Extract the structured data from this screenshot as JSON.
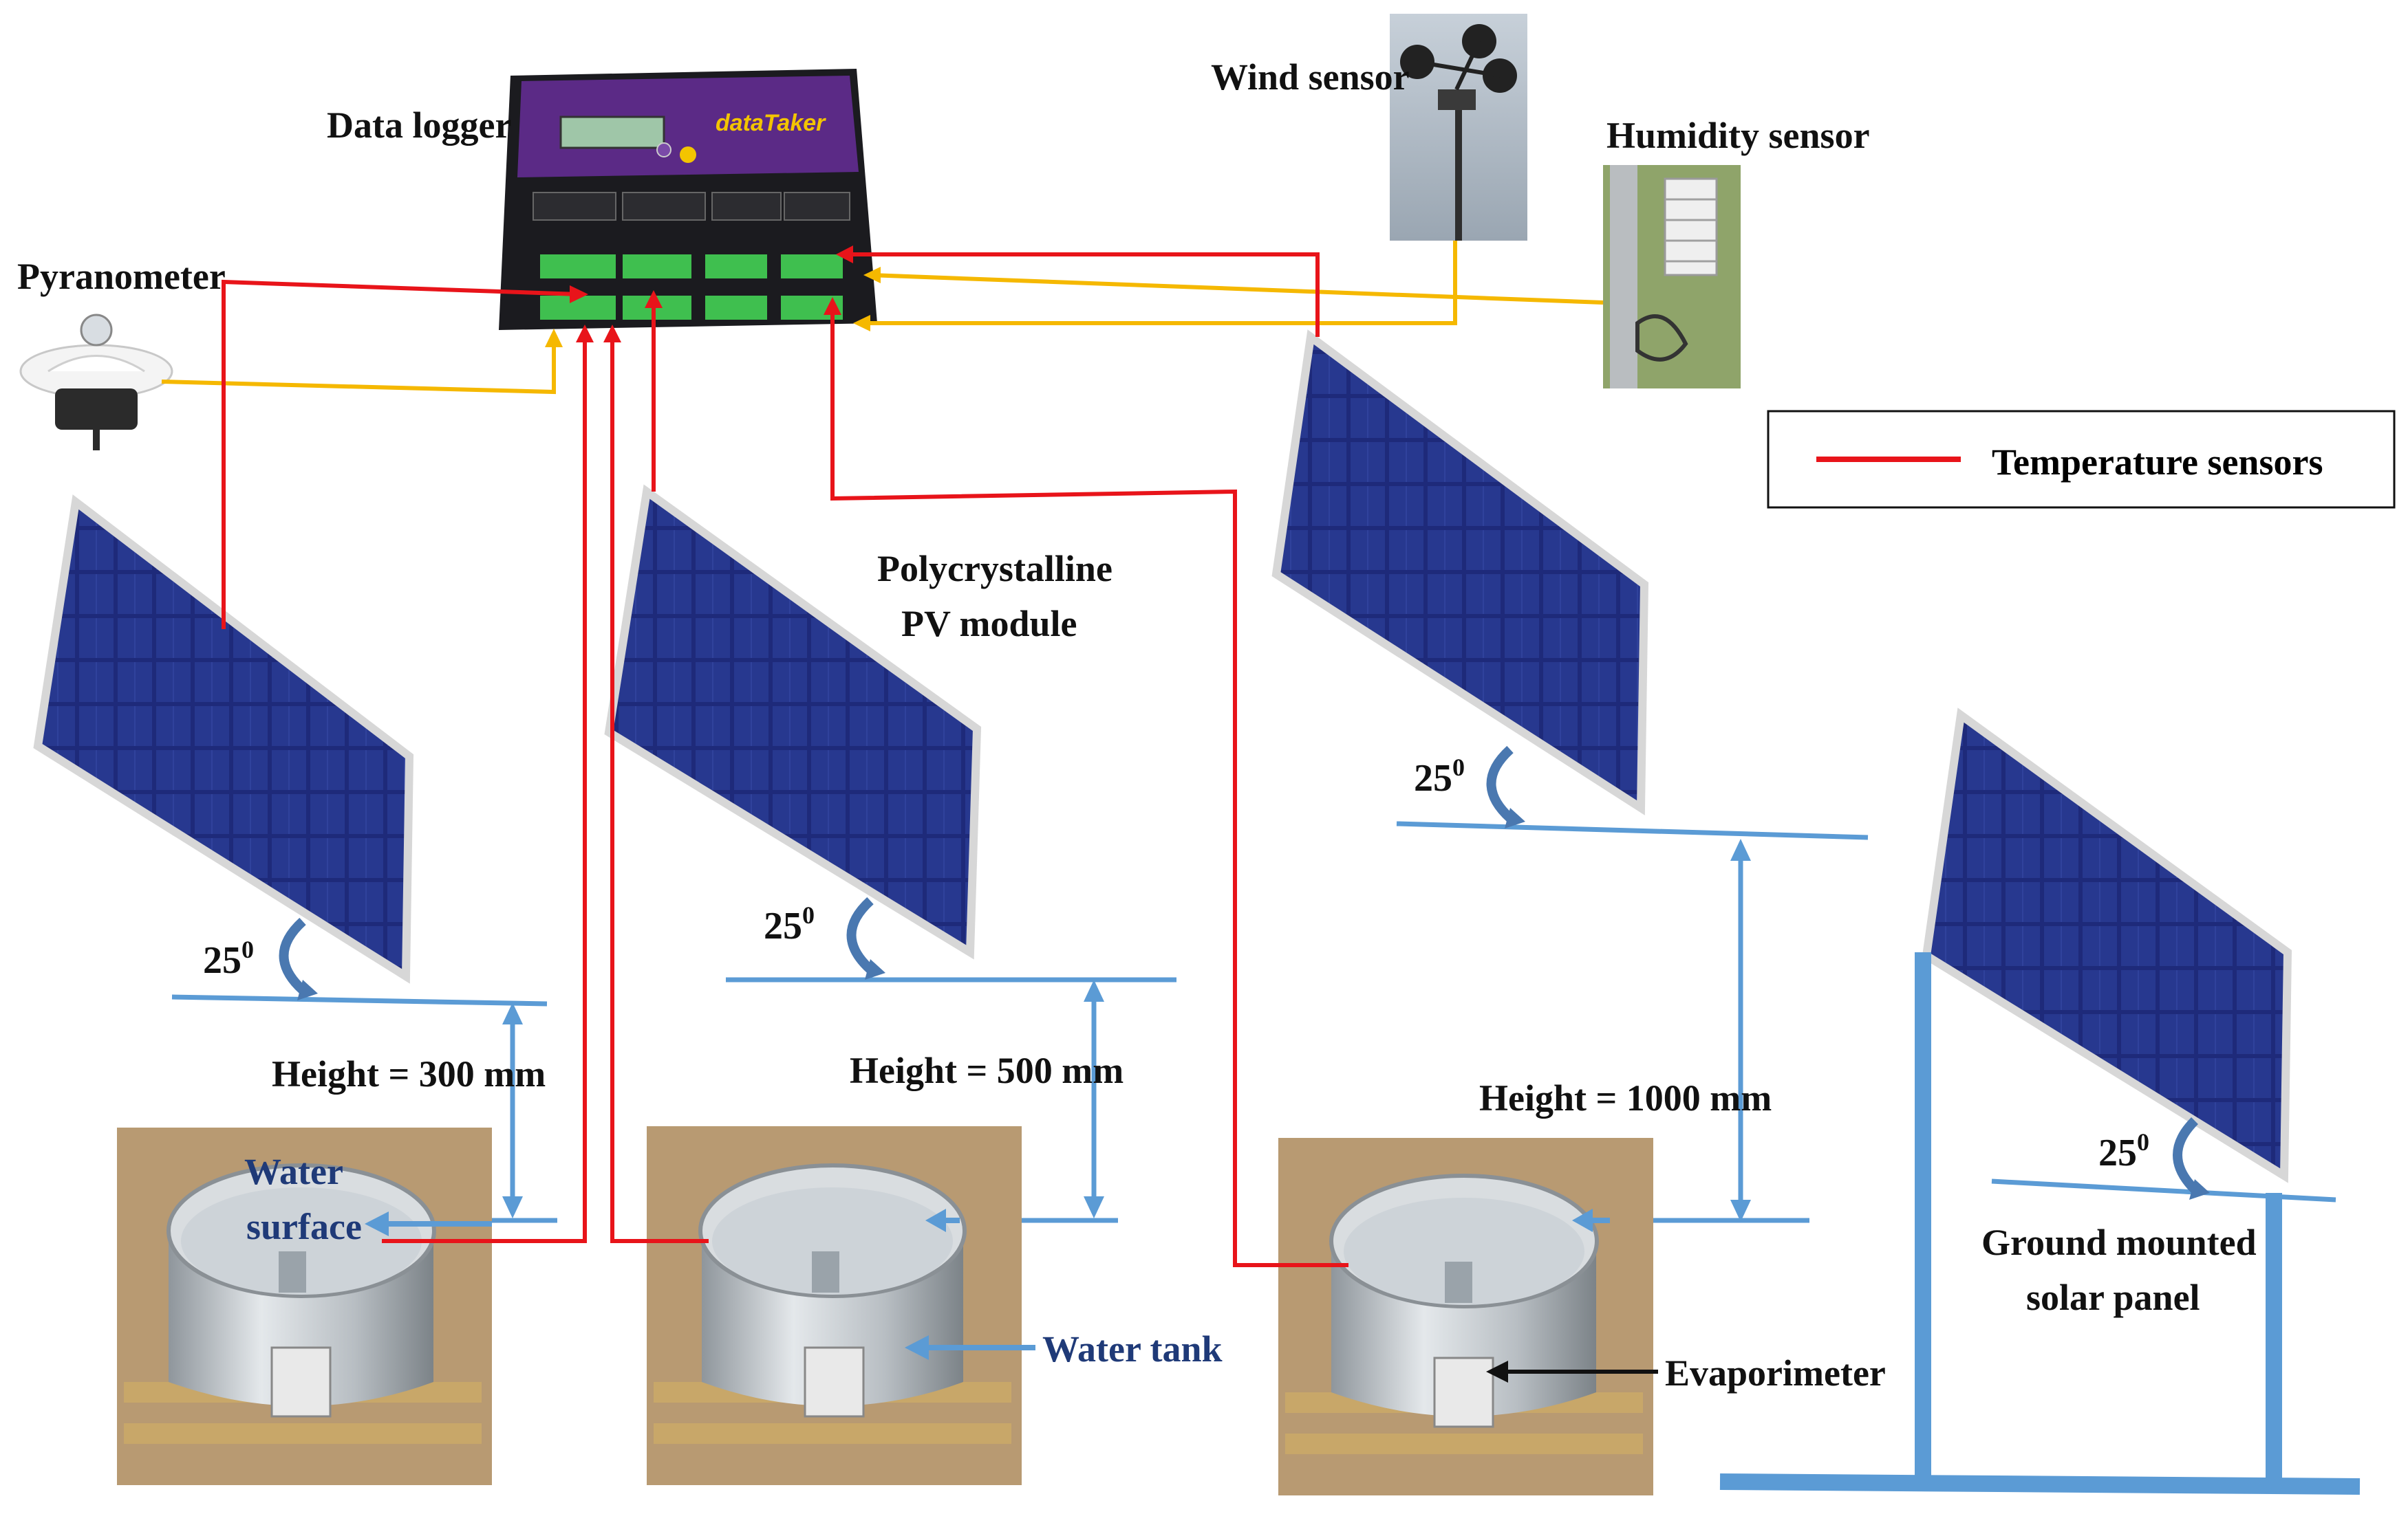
{
  "labels": {
    "data_logger": "Data logger",
    "pyranometer": "Pyranometer",
    "wind_sensor": "Wind sensor",
    "humidity_sensor": "Humidity sensor",
    "poly_line1": "Polycrystalline",
    "poly_line2": "PV module",
    "angle": "25",
    "angle_sup": "0",
    "height_300": "Height = 300 mm",
    "height_500": "Height = 500 mm",
    "height_1000": "Height = 1000 mm",
    "water_line1": "Water",
    "water_line2": "surface",
    "water_tank": "Water tank",
    "evaporimeter": "Evaporimeter",
    "ground_line1": "Ground mounted",
    "ground_line2": "solar panel",
    "logger_brand": "dataTaker"
  },
  "legend": {
    "label": "Temperature sensors",
    "color": "#e8141a"
  },
  "colors": {
    "temperature_wire": "#e8141a",
    "signal_wire": "#f5b800",
    "height_marker": "#5b9bd5",
    "panel_cell": "#1e2a7a",
    "logger_body": "#5b2a86"
  }
}
